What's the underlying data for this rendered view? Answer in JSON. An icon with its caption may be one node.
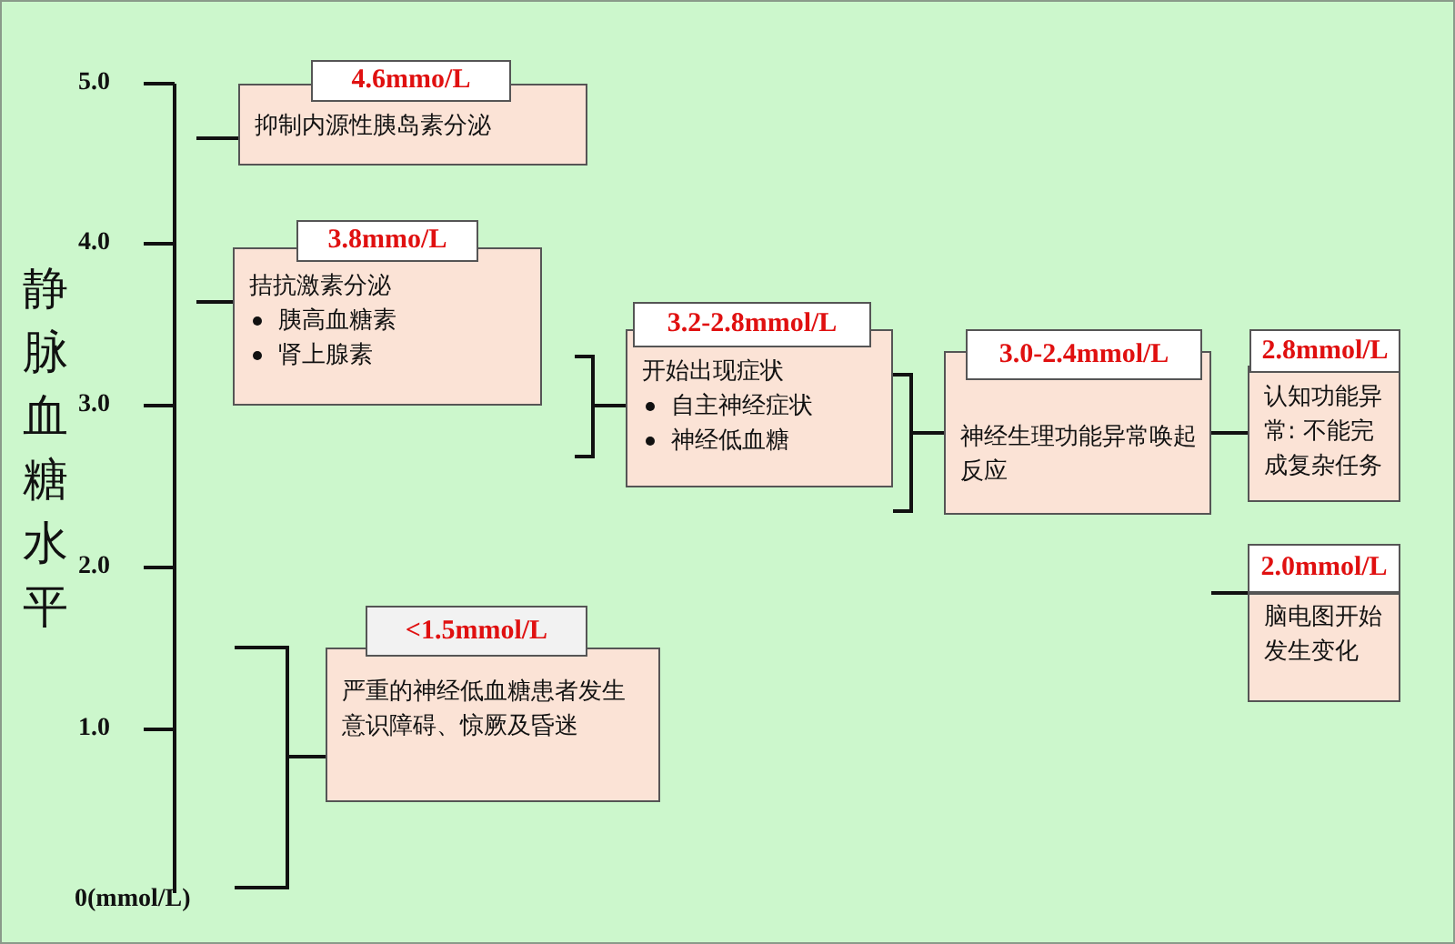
{
  "diagram": {
    "nodes": [
      {
        "text": [
          "4.6mmo/L",
          "抑制内源性胰岛素分泌"
        ]
      },
      {
        "text": [
          "3.8mmo/L",
          "拮抗激素分泌",
          "胰高血糖素",
          "肾上腺素"
        ]
      },
      {
        "text": [
          "3.2-2.8mmol/L",
          "开始出现症状",
          "自主神经症状",
          "神经低血糖"
        ]
      },
      {
        "text": [
          "3.0-2.4mmol/L",
          "神经生理功能异常唤起反应"
        ]
      },
      {
        "text": [
          "2.8mmol/L",
          "认知功能异常: 不能完成复杂任务"
        ]
      },
      {
        "text": [
          "2.0mmol/L",
          "脑电图开始发生变化"
        ]
      },
      {
        "text": [
          "<1.5mmol/L",
          "严重的神经低血糖患者发生意识障碍、惊厥及昏迷"
        ]
      }
    ],
    "edges": [
      {
        "from": null,
        "to": 0,
        "arrow": "none"
      },
      {
        "from": null,
        "to": 1,
        "arrow": "none"
      },
      {
        "from": null,
        "to": 2,
        "arrow": "none"
      },
      {
        "from": 2,
        "to": 3,
        "arrow": "none"
      },
      {
        "from": 3,
        "to": 4,
        "arrow": "none"
      },
      {
        "from": null,
        "to": 5,
        "arrow": "none"
      },
      {
        "from": null,
        "to": 6,
        "arrow": "none"
      }
    ],
    "labels": [
      "静脉血糖水平",
      "5.0",
      "4.0",
      "3.0",
      "2.0",
      "1.0",
      "0(mmol/L)"
    ]
  }
}
